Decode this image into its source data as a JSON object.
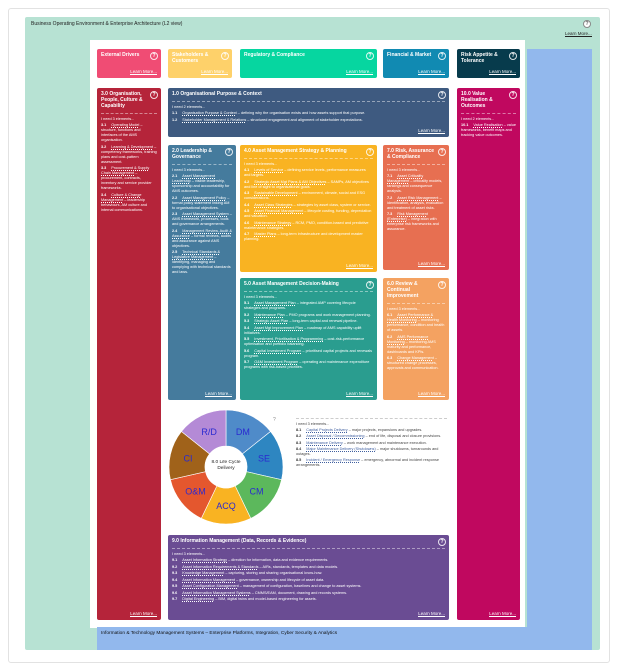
{
  "outer": {
    "title": "Business Operating Environment & Enterprise Architecture (L2 view)",
    "learn_more": "Learn More..."
  },
  "bottom_bar": {
    "title": "Information & Technology Management Systems – Enterprise Platforms, Integration, Cyber Security & Analytics"
  },
  "colors": {
    "external": "#f04c74",
    "stakeholders": "#fed16a",
    "regulatory": "#06d6a0",
    "financial": "#118ab2",
    "risk_appetite": "#073b4c",
    "org": "#b5243a",
    "purpose": "#3e5a80",
    "value": "#c0085f",
    "leadership": "#457b9d",
    "strategy": "#f9b322",
    "risk": "#e76f51",
    "decision": "#2a9d8f",
    "review": "#f4a261",
    "info": "#6a4c93"
  },
  "help_icon": "?",
  "cards": [
    {
      "key": "external",
      "title": "External Drivers",
      "learn": "Learn More..."
    },
    {
      "key": "stakeholders",
      "title": "Stakeholders & Customers",
      "learn": "Learn More..."
    },
    {
      "key": "regulatory",
      "title": "Regulatory & Compliance",
      "learn": "Learn More..."
    },
    {
      "key": "financial",
      "title": "Financial & Market",
      "learn": "Learn More..."
    },
    {
      "key": "risk_appetite",
      "title": "Risk Appetite & Tolerance",
      "learn": "Learn More..."
    },
    {
      "key": "org",
      "title": "3.0 Organisation, People, Culture & Capability",
      "intro": "I need 3 elements...",
      "learn": "Learn More...",
      "items": [
        {
          "code": "3.1",
          "term": "Operating Model",
          "desc": " – structure, functions and interfaces of the AMS organisation."
        },
        {
          "code": "3.2",
          "term": "Learning & Development",
          "desc": " – competency frameworks, training plans and cost-pattern assessment."
        },
        {
          "code": "3.3",
          "term": "Procurement & Supply Chain Management",
          "desc": " – procurement, contracts, inventory and service provider frameworks."
        },
        {
          "code": "3.4",
          "term": "Culture & Change Management",
          "desc": " – leadership behaviours, AM culture and internal communications."
        }
      ]
    },
    {
      "key": "purpose",
      "title": "1.0 Organisational Purpose & Context",
      "intro": "I need 2 elements...",
      "learn": "Learn More...",
      "items": [
        {
          "code": "1.1",
          "term": "Organisation Purpose & Context",
          "desc": " – defining why the organisation exists and how assets support that purpose."
        },
        {
          "code": "1.2",
          "term": "Stakeholder Management & Relations",
          "desc": " – structured engagement and alignment of stakeholder expectations."
        }
      ]
    },
    {
      "key": "value",
      "title": "10.0 Value Realisation & Outcomes",
      "intro": "I need 2 elements...",
      "learn": "Learn More...",
      "items": [
        {
          "code": "10.1",
          "term": "Value Realisation",
          "desc": " – value frameworks, benefit maps and tracking value outcomes."
        }
      ]
    },
    {
      "key": "leadership",
      "title": "2.0 Leadership & Governance",
      "intro": "I need 3 elements...",
      "learn": "Learn More...",
      "items": [
        {
          "code": "2.1",
          "term": "Asset Management Leadership",
          "desc": " – visible leadership, sponsorship and accountability for AMS outcomes."
        },
        {
          "code": "2.2",
          "term": "Asset Management Policy",
          "desc": " – formal policy statement linking AM to organisational objectives."
        },
        {
          "code": "2.3",
          "term": "Asset Management System",
          "desc": " – AMS framework, processes, tools and governance arrangements."
        },
        {
          "code": "2.4",
          "term": "Management Review, Audit & Assurance",
          "desc": " – formal reviews, audits and assurance against AMS objectives."
        },
        {
          "code": "2.5",
          "term": "Technical Standards & Legislative Management",
          "desc": " – identifying, managing and complying with technical standards and laws."
        }
      ]
    },
    {
      "key": "strategy",
      "title": "4.0 Asset Management Strategy & Planning",
      "intro": "I need 3 elements...",
      "learn": "Learn More...",
      "items": [
        {
          "code": "4.1",
          "term": "Levels of Service",
          "desc": " – defining service levels, performance measures and targets."
        },
        {
          "code": "4.2",
          "term": "Strategic Asset Mgt Plans & AM Objectives",
          "desc": " – SAMPs, AM objectives and line of sight to organisational goals."
        },
        {
          "code": "4.3",
          "term": "Sustainable Development",
          "desc": " – environment, climate, social and ESG considerations."
        },
        {
          "code": "4.4",
          "term": "Asset Class Strategies",
          "desc": " – strategies by asset class, system or service."
        },
        {
          "code": "4.5",
          "term": "Asset Financial Management",
          "desc": " – lifecycle costing, funding, depreciation and valuation."
        },
        {
          "code": "4.6",
          "term": "Maintenance Strategy",
          "desc": " – RCM, PMO, condition-based and predictive maintenance strategies."
        },
        {
          "code": "4.7",
          "term": "Master Plans",
          "desc": " – long-term infrastructure and development master planning."
        }
      ]
    },
    {
      "key": "risk",
      "title": "7.0 Risk, Assurance & Compliance",
      "intro": "I need 3 elements...",
      "learn": "Learn More...",
      "items": [
        {
          "code": "7.1",
          "term": "Asset Criticality Management",
          "desc": " – criticality models, rankings and consequence analysis."
        },
        {
          "code": "7.2",
          "term": "Asset Risk Management",
          "desc": " – identification, analysis, evaluation and treatment of asset risks."
        },
        {
          "code": "7.3",
          "term": "Risk Management (Enterprise)",
          "desc": " – integration with enterprise risk frameworks and assurance."
        }
      ]
    },
    {
      "key": "decision",
      "title": "5.0 Asset Management Decision-Making",
      "intro": "I need 3 elements...",
      "learn": "Learn More...",
      "items": [
        {
          "code": "5.1",
          "term": "Asset Management Plan",
          "desc": " – integrated AMP covering lifecycle strategies and programs."
        },
        {
          "code": "5.2",
          "term": "Maintenance Plan",
          "desc": " – PMO programs and work management planning."
        },
        {
          "code": "5.3",
          "term": "Strategic Asset Plan",
          "desc": " – long-term capital and renewal pipeline."
        },
        {
          "code": "5.4",
          "term": "Asset Mgt Improvement Plan",
          "desc": " – roadmap of AMS capability uplift initiatives."
        },
        {
          "code": "5.5",
          "term": "Investment, Prioritisation & Programming",
          "desc": " – cost-risk-performance optimisation and portfolio balancing."
        },
        {
          "code": "5.6",
          "term": "Capital Investment Program",
          "desc": " – prioritised capital projects and renewals program."
        },
        {
          "code": "5.7",
          "term": "O&M Investment Program",
          "desc": " – operating and maintenance expenditure programs with risk-based priorities."
        }
      ]
    },
    {
      "key": "review",
      "title": "6.0 Review & Continual Improvement",
      "intro": "I need 3 elements...",
      "learn": "Learn More...",
      "items": [
        {
          "code": "6.1",
          "term": "Asset Performance & Health Monitoring",
          "desc": " – monitoring performance, condition and health of assets."
        },
        {
          "code": "6.2",
          "term": "AMS Performance Monitoring",
          "desc": " – monitoring AMS maturity and performance, dashboards and KPIs."
        },
        {
          "code": "6.3",
          "term": "Change Management",
          "desc": " – structured change processes, approvals and communication."
        }
      ]
    },
    {
      "key": "info",
      "title": "9.0 Information Management (Data, Records & Evidence)",
      "intro": "I need 3 elements...",
      "learn": "Learn More...",
      "items": [
        {
          "code": "9.1",
          "term": "Asset Information Strategy",
          "desc": " – direction for information, data and evidence requirements."
        },
        {
          "code": "9.2",
          "term": "Asset Information Requirements & Standards",
          "desc": " – AIRs, standards, templates and data models."
        },
        {
          "code": "9.3",
          "term": "Knowledge Management",
          "desc": " – capturing, storing and sharing organisational know-how."
        },
        {
          "code": "9.4",
          "term": "Asset Information Management",
          "desc": " – governance, ownership and lifecycle of asset data."
        },
        {
          "code": "9.5",
          "term": "Asset Configuration Management",
          "desc": " – management of configuration, baselines and change to asset systems."
        },
        {
          "code": "9.6",
          "term": "Asset Information Management Systems",
          "desc": " – CMMS/EAM, document, drawing and records systems."
        },
        {
          "code": "9.7",
          "term": "Digital Engineering",
          "desc": " – BIM, digital twins and model-based engineering for assets."
        }
      ]
    }
  ],
  "lifecycle": {
    "center_label": "8.0 Life Cycle Delivery",
    "help": "?",
    "intro": "I need 3 elements...",
    "segments": [
      {
        "label": "DM",
        "color": "#4f8bc9"
      },
      {
        "label": "SE",
        "color": "#2e86c1"
      },
      {
        "label": "CM",
        "color": "#5cb85c"
      },
      {
        "label": "ACQ",
        "color": "#f9b322"
      },
      {
        "label": "O&M",
        "color": "#e4572e"
      },
      {
        "label": "CI",
        "color": "#a0621a"
      },
      {
        "label": "R/D",
        "color": "#b48ad6"
      }
    ],
    "items": [
      {
        "code": "8.1",
        "term": "Capital Projects Delivery",
        "desc": " – major projects, expansions and upgrades."
      },
      {
        "code": "8.2",
        "term": "Asset Disposal / Decommissioning",
        "desc": " – end of life, disposal and closure provisions."
      },
      {
        "code": "8.3",
        "term": "Maintenance Delivery",
        "desc": " – work management and maintenance execution."
      },
      {
        "code": "8.4",
        "term": "Major Maintenance Delivery (Shutdowns)",
        "desc": " – major shutdowns, turnarounds and outages."
      },
      {
        "code": "8.5",
        "term": "Incident / Emergency Response",
        "desc": " – emergency, abnormal and incident response arrangements."
      }
    ]
  }
}
